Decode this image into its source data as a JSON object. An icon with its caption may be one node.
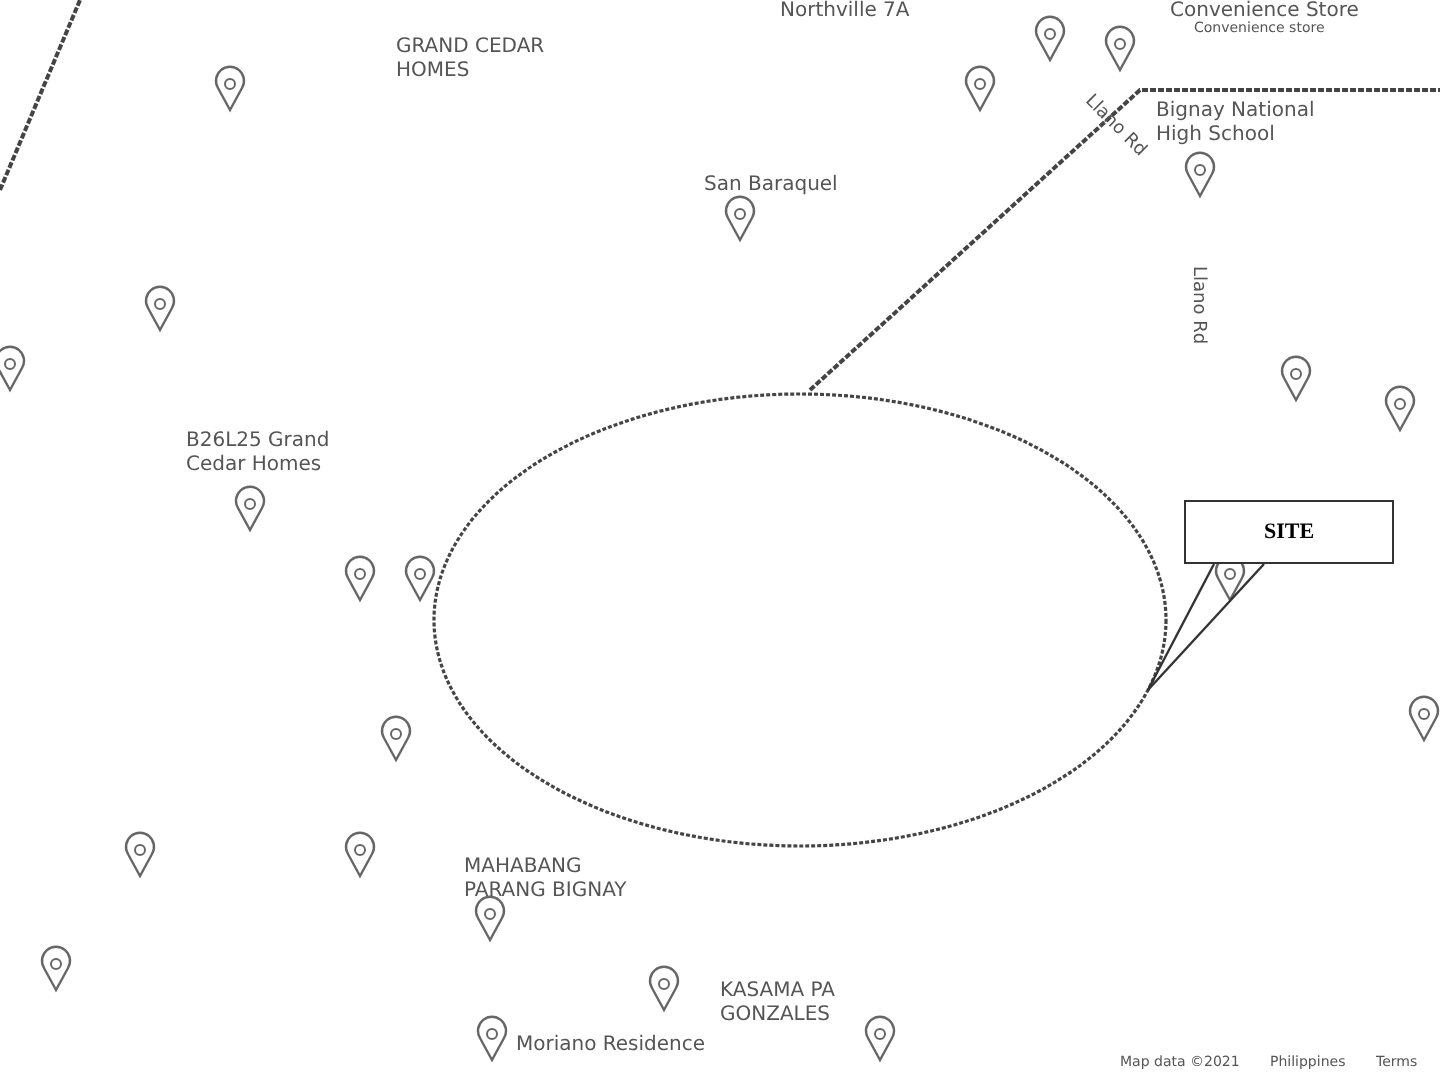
{
  "diagram": {
    "nodes": [
      {
        "text": [],
        "shape": "circle"
      },
      {
        "text": [
          "SITE"
        ]
      }
    ],
    "edges": [
      {
        "from": 1,
        "to": 0,
        "arrow": "none"
      }
    ],
    "labels": [
      "Northville 7A",
      "Convenience Store",
      "Convenience store",
      "GRAND CEDAR HOMES",
      "Llano Rd",
      "Bignay National High School",
      "San Baraquel",
      "Llano Rd",
      "B26L25 Grand Cedar Homes",
      "MAHABANG PARANG BIGNAY",
      "KASAMA PA GONZALES",
      "Moriano Residence",
      "Map data ©2021",
      "Philippines",
      "Terms"
    ]
  }
}
